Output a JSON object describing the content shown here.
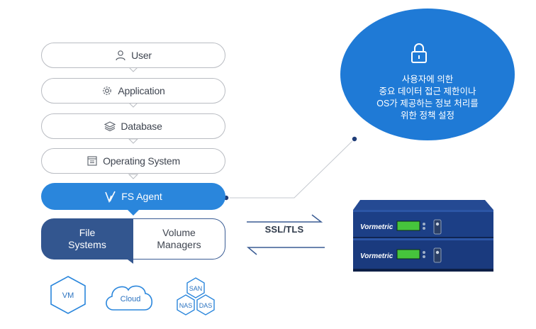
{
  "layers": {
    "user": {
      "label": "User",
      "icon": "user-icon"
    },
    "application": {
      "label": "Application",
      "icon": "gear-icon"
    },
    "database": {
      "label": "Database",
      "icon": "layers-icon"
    },
    "os": {
      "label": "Operating System",
      "icon": "window-icon"
    }
  },
  "fs_agent": {
    "label": "FS Agent",
    "icon": "v-check-icon"
  },
  "file_systems": {
    "line1": "File",
    "line2": "Systems"
  },
  "volume_managers": {
    "line1": "Volume",
    "line2": "Managers"
  },
  "environments": {
    "vm": "VM",
    "cloud": "Cloud",
    "san": "SAN",
    "nas": "NAS",
    "das": "DAS"
  },
  "callout": {
    "icon": "lock-icon",
    "lines": [
      "사용자에 의한",
      "중요 데이터 접근 제한이나",
      "OS가 제공하는 정보 처리를",
      "위한 정책 설정"
    ]
  },
  "transport": {
    "label": "SSL/TLS"
  },
  "appliance": {
    "brand": "Vormetric"
  },
  "colors": {
    "primary": "#2a86dc",
    "navy": "#33568f",
    "callout": "#1f7ad6",
    "server": "#1d3f86"
  }
}
